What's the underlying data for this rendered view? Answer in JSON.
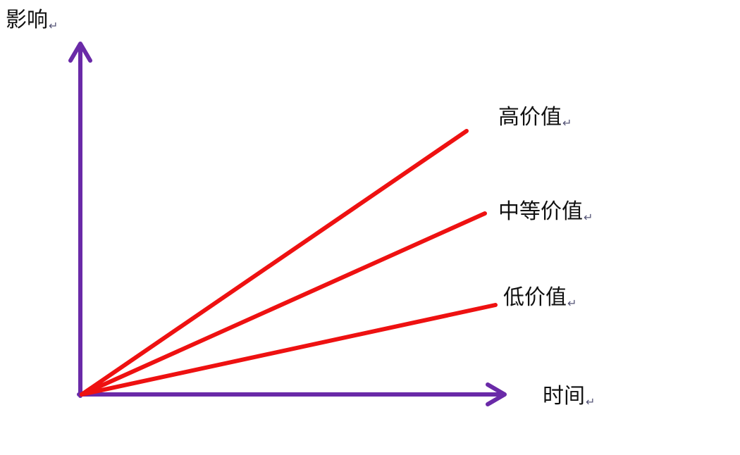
{
  "chart_data": {
    "type": "line",
    "title": "",
    "xlabel": "时间",
    "ylabel": "影响",
    "grid": false,
    "legend_position": "inline-right",
    "series": [
      {
        "name": "高价值",
        "x": [
          0,
          1
        ],
        "y": [
          0,
          0.74
        ],
        "color": "#ee1111"
      },
      {
        "name": "中等价值",
        "x": [
          0,
          1
        ],
        "y": [
          0,
          0.45
        ],
        "color": "#ee1111"
      },
      {
        "name": "低价值",
        "x": [
          0,
          1
        ],
        "y": [
          0,
          0.22
        ],
        "color": "#ee1111"
      }
    ]
  },
  "axes": {
    "y_label": "影响",
    "x_label": "时间",
    "color": "#6a2aa8"
  },
  "lines": [
    {
      "label": "高价值",
      "color": "#ee1111"
    },
    {
      "label": "中等价值",
      "color": "#ee1111"
    },
    {
      "label": "低价值",
      "color": "#ee1111"
    }
  ],
  "return_mark": "↵"
}
